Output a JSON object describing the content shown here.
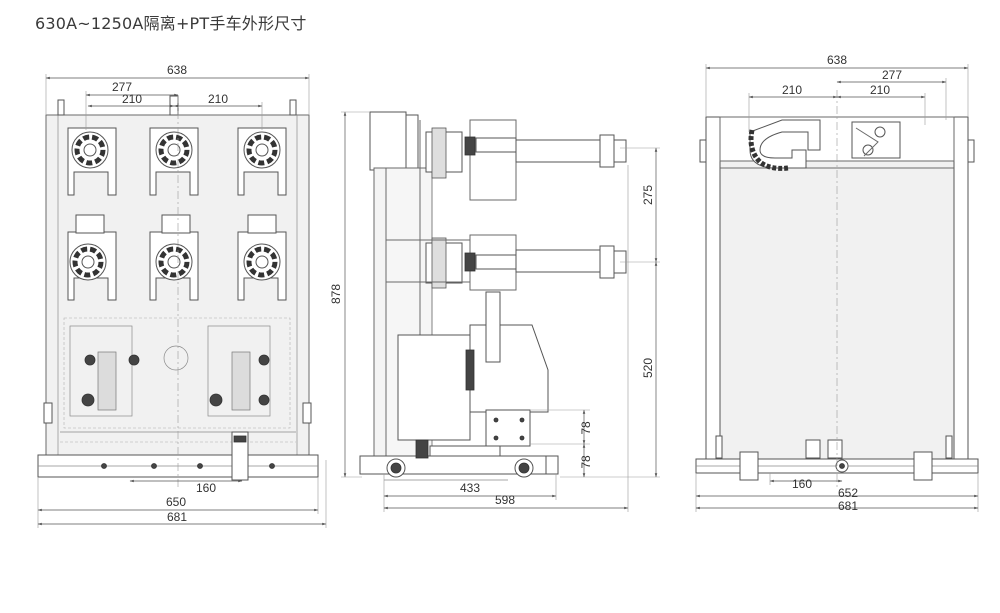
{
  "title": "630A~1250A隔离+PT手车外形尺寸",
  "front_view": {
    "dims": {
      "width_top": "638",
      "pitch_277": "277",
      "pitch_210_a": "210",
      "pitch_210_b": "210",
      "center_160": "160",
      "width_650": "650",
      "width_681": "681"
    }
  },
  "side_view": {
    "dims": {
      "height_878": "878",
      "vertical_275": "275",
      "vertical_520": "520",
      "vertical_78_a": "78",
      "vertical_78_b": "78",
      "depth_433": "433",
      "depth_598": "598"
    }
  },
  "rear_view": {
    "dims": {
      "width_top": "638",
      "pitch_277": "277",
      "pitch_210_a": "210",
      "pitch_210_b": "210",
      "center_160": "160",
      "width_652": "652",
      "width_681": "681"
    }
  },
  "colors": {
    "line": "#6a6a6a",
    "text": "#333333",
    "fill": "#f1f1f1",
    "dark": "#444444"
  }
}
